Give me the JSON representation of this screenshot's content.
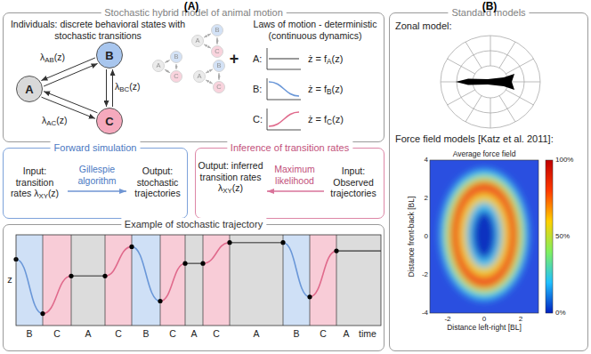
{
  "diagram": {
    "nodes": [
      {
        "text": [
          "Stochastic hybrid model of animal motion"
        ]
      },
      {
        "text": [
          "A"
        ],
        "in": 0
      },
      {
        "text": [
          "B"
        ],
        "in": 0
      },
      {
        "text": [
          "C"
        ],
        "in": 0
      },
      {
        "text": [
          "A"
        ],
        "in": 0
      },
      {
        "text": [
          "B"
        ],
        "in": 0
      },
      {
        "text": [
          "C"
        ],
        "in": 0
      },
      {
        "text": [
          "A"
        ],
        "in": 0
      },
      {
        "text": [
          "B"
        ],
        "in": 0
      },
      {
        "text": [
          "C"
        ],
        "in": 0
      },
      {
        "text": [
          "A"
        ],
        "in": 0
      },
      {
        "text": [
          "B"
        ],
        "in": 0
      },
      {
        "text": [
          "C"
        ],
        "in": 0
      },
      {
        "text": [
          "Forward simulation"
        ]
      },
      {
        "text": [
          "Inference of transition rates"
        ]
      },
      {
        "text": [
          "Example of stochastic trajectory"
        ]
      },
      {
        "text": [
          "Standard models"
        ]
      }
    ],
    "edges": [
      {
        "from": 1,
        "to": 2,
        "arrow": "to",
        "label": "λAB(z)"
      },
      {
        "from": 2,
        "to": 1,
        "arrow": "to"
      },
      {
        "from": 2,
        "to": 3,
        "arrow": "to",
        "label": "λBC(z)"
      },
      {
        "from": 3,
        "to": 2,
        "arrow": "to"
      },
      {
        "from": 1,
        "to": 3,
        "arrow": "to",
        "label": "λAC(z)"
      },
      {
        "from": 3,
        "to": 1,
        "arrow": "to"
      },
      {
        "from": 4,
        "to": 5,
        "arrow": "both"
      },
      {
        "from": 5,
        "to": 6,
        "arrow": "both"
      },
      {
        "from": 4,
        "to": 6,
        "arrow": "both"
      },
      {
        "from": 7,
        "to": 8,
        "arrow": "both"
      },
      {
        "from": 8,
        "to": 9,
        "arrow": "both"
      },
      {
        "from": 7,
        "to": 9,
        "arrow": "both"
      },
      {
        "from": 10,
        "to": 11,
        "arrow": "both"
      },
      {
        "from": 11,
        "to": 12,
        "arrow": "both"
      },
      {
        "from": 10,
        "to": 12,
        "arrow": "both"
      }
    ],
    "labels": [
      "(A)",
      "Individuals: discrete behavioral states with stochastic transitions",
      "+",
      "Laws of motion - deterministic (continuous dynamics)",
      "A:",
      "ż = fA(z)",
      "B:",
      "ż = fB(z)",
      "C:",
      "ż = fC(z)",
      "Input: transition rates λXY(z)",
      "Gillespie algorithm",
      "Output: stochastic trajectories",
      "Output: inferred transition rates λXY(z)",
      "Maximum likelihood",
      "Input: Observed trajectories",
      "z",
      "B",
      "C",
      "A",
      "C",
      "B",
      "C",
      "A",
      "C",
      "A",
      "B",
      "C",
      "A",
      "time",
      "(B)",
      "Zonal model:",
      "Force field models [Katz et al. 2011]:",
      "Average force field",
      "4",
      "2",
      "0",
      "-2",
      "-4",
      "-2",
      "0",
      "2",
      "Distance front-back [BL]",
      "Distance left-right [BL]",
      "100%",
      "50%",
      "0%"
    ]
  }
}
